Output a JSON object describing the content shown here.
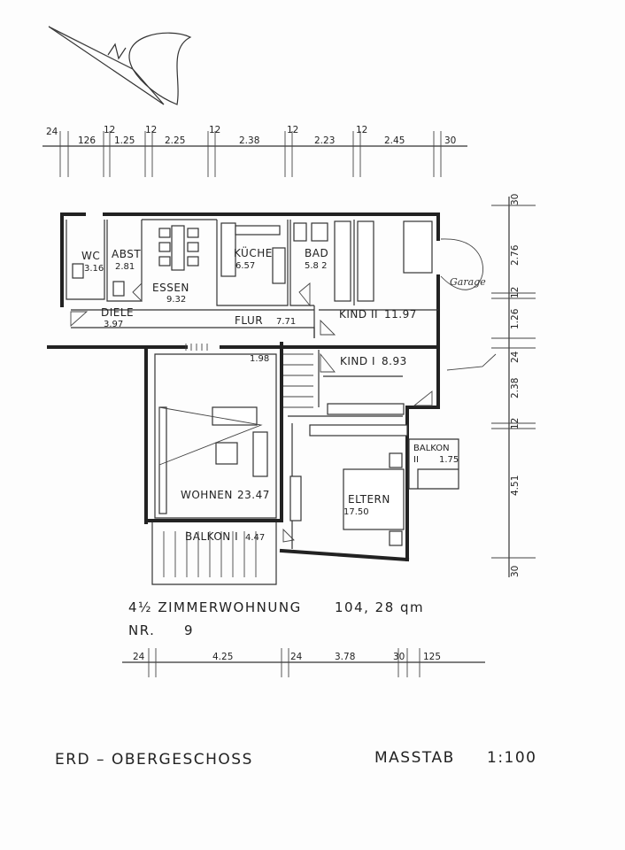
{
  "rooms": {
    "wc": {
      "name": "WC",
      "area": "3.16"
    },
    "abst": {
      "name": "ABST",
      "area": "2.81"
    },
    "kueche": {
      "name": "KÜCHE",
      "area": "6.57"
    },
    "bad": {
      "name": "BAD",
      "area": "5.8 2"
    },
    "essen": {
      "name": "ESSEN",
      "area": "9.32"
    },
    "diele": {
      "name": "DIELE",
      "area": "3.97"
    },
    "flur": {
      "name": "FLUR",
      "area": "7.71"
    },
    "kind2": {
      "name": "KIND II",
      "area": "11.97"
    },
    "kind1": {
      "name": "KIND I",
      "area": "8.93"
    },
    "wohnen": {
      "name": "WOHNEN",
      "area": "23.47"
    },
    "eltern": {
      "name": "ELTERN",
      "area": "17.50"
    },
    "balkon1": {
      "name": "BALKON I",
      "area": "4.47"
    },
    "balkon2": {
      "name": "BALKON",
      "line2": "II",
      "area": "1.75"
    }
  },
  "annotations": {
    "garage": "Garage",
    "door_mark": "1.98"
  },
  "dims_top": [
    "24",
    "126",
    "12",
    "1.25",
    "12",
    "2.25",
    "12",
    "2.38",
    "12",
    "2.23",
    "12",
    "2.45",
    "30"
  ],
  "dims_right": [
    "30",
    "2.76",
    "12",
    "1.26",
    "24",
    "2.38",
    "12",
    "4.51",
    "30"
  ],
  "dims_bottom": [
    "24",
    "4.25",
    "24",
    "3.78",
    "30",
    "125"
  ],
  "caption": {
    "type": "4½ ZIMMERWOHNUNG",
    "area": "104, 28 qm",
    "nr_label": "NR.",
    "nr_value": "9"
  },
  "footer": {
    "floor": "ERD – OBERGESCHOSS",
    "scale_label": "MASSTAB",
    "scale_value": "1:100"
  }
}
